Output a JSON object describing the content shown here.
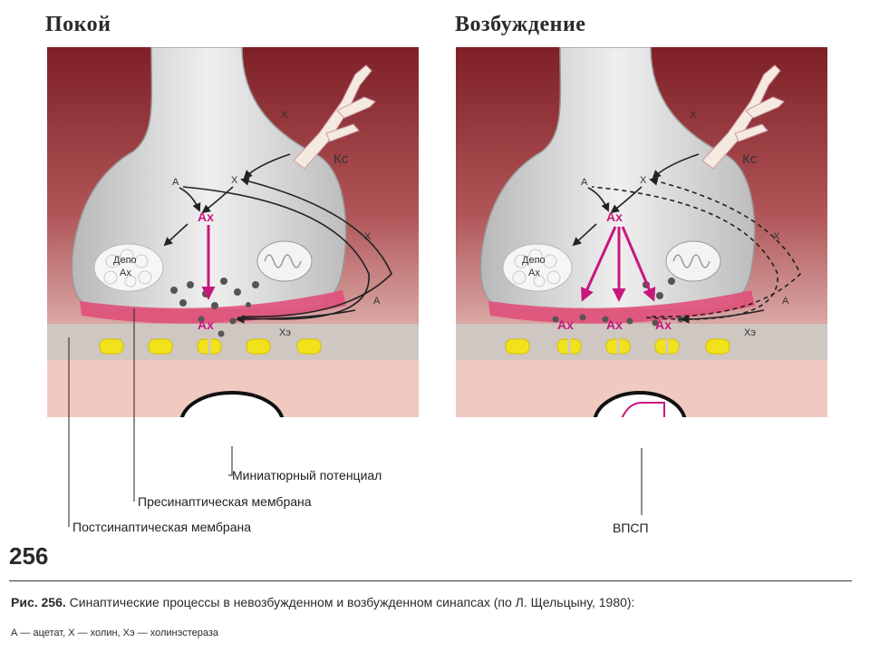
{
  "panels": {
    "left": {
      "title": "Покой",
      "labels": {
        "ks": "Кс",
        "x_top": "Х",
        "x_mid": "Х",
        "x_side": "Х",
        "a_top": "А",
        "a_side": "А",
        "depo_line1": "Депо",
        "depo_line2": "Ах",
        "ax_top": "Ах",
        "ax_bottom": "Ах",
        "xe": "Хэ"
      }
    },
    "right": {
      "title": "Возбуждение",
      "labels": {
        "ks": "Кс",
        "x_top": "Х",
        "x_mid": "Х",
        "x_side": "Х",
        "a_top": "А",
        "a_side": "А",
        "depo_line1": "Депо",
        "depo_line2": "Ах",
        "ax_top": "Ах",
        "ax_bottom_1": "Ах",
        "ax_bottom_2": "Ах",
        "ax_bottom_3": "Ах",
        "xe": "Хэ"
      }
    }
  },
  "callouts": {
    "miniature_potential": "Миниатюрный потенциал",
    "presynaptic_membrane": "Пресинаптическая мембрана",
    "postsynaptic_membrane": "Постсинаптическая мембрана",
    "epsp": "ВПСП"
  },
  "page_number": "256",
  "caption": {
    "label": "Рис. 256.",
    "text": "Синаптические процессы в невозбужденном и возбужденном синапсах (по Л. Щельцыну, 1980):"
  },
  "legend": "А — ацетат, Х — холин, Хэ — холинэстераза",
  "colors": {
    "tissue_dark": "#8a2a2e",
    "tissue_light": "#c98f8a",
    "terminal": "#d9d9d9",
    "membrane": "#e0507a",
    "arrow_magenta": "#c8177c",
    "receptor": "#f2e21c"
  }
}
